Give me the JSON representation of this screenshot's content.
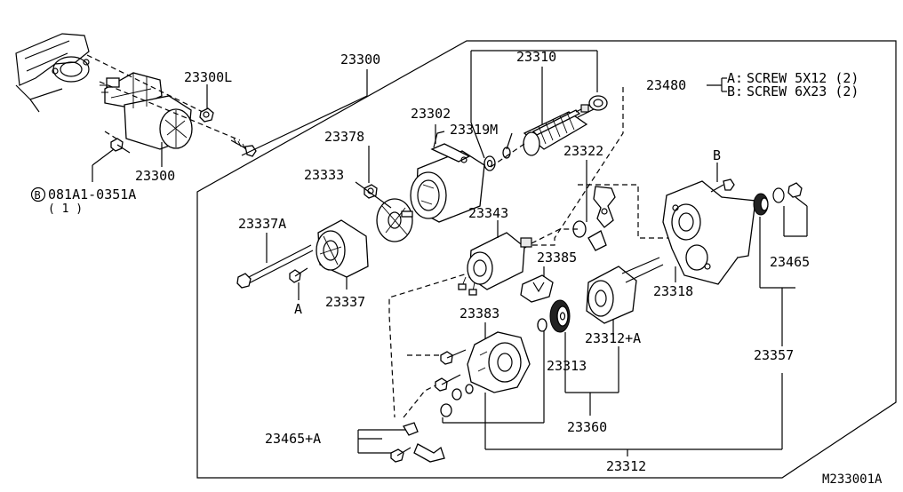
{
  "labels": {
    "l23300_top": "23300",
    "l23300L": "23300L",
    "l23300_left": "23300",
    "bolt_ref": "081A1-0351A",
    "bolt_qty": "( 1 )",
    "bolt_circle": "B",
    "l23310": "23310",
    "l23302": "23302",
    "l23319M": "23319M",
    "l23378": "23378",
    "l23333": "23333",
    "l23322": "23322",
    "l23480": "23480",
    "screw_a_key": "A:",
    "screw_a": "SCREW 5X12 (2)",
    "screw_b_key": "B:",
    "screw_b": "SCREW 6X23 (2)",
    "l23337A": "23337A",
    "l23343": "23343",
    "mark_B": "B",
    "l23465": "23465",
    "l23385": "23385",
    "l23318": "23318",
    "l23337": "23337",
    "mark_A": "A",
    "l23383": "23383",
    "l23312A": "23312+A",
    "l23357": "23357",
    "l23313": "23313",
    "l23360": "23360",
    "l23465A": "23465+A",
    "l23312": "23312",
    "diagram_code": "M233001A"
  }
}
